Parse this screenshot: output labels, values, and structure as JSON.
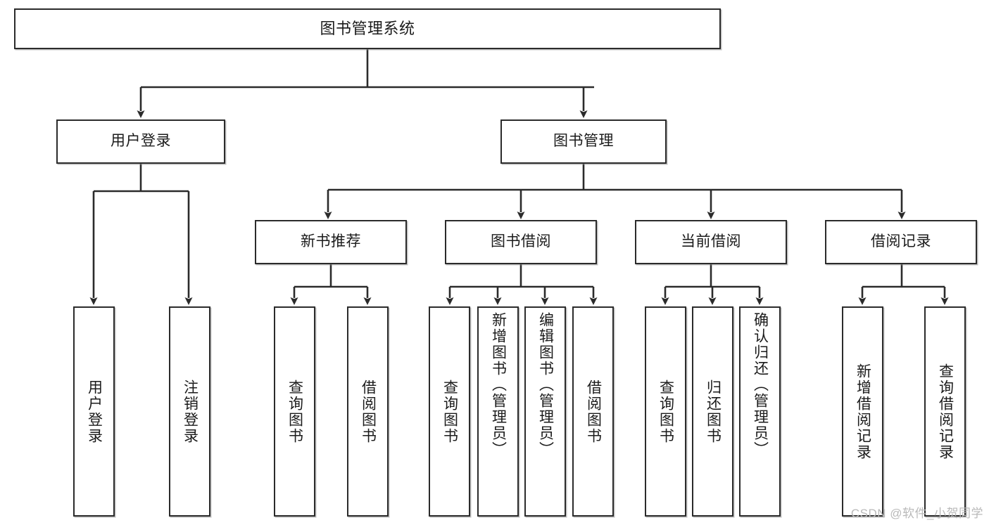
{
  "diagram": {
    "type": "tree",
    "title": "图书管理系统",
    "watermark": "CSDN @软件_小贺同学",
    "colors": {
      "background": "#ffffff",
      "box_border": "#2b2b2b",
      "box_fill": "#ffffff",
      "connector": "#2b2b2b",
      "text": "#1b1b1b",
      "watermark": "#b9b9b9"
    },
    "nodes": {
      "root": {
        "label": "图书管理系统"
      },
      "level2": [
        {
          "id": "user-login",
          "label": "用户登录"
        },
        {
          "id": "book-manage",
          "label": "图书管理"
        }
      ],
      "level3": [
        {
          "id": "new-book-recommend",
          "label": "新书推荐"
        },
        {
          "id": "book-borrow",
          "label": "图书借阅"
        },
        {
          "id": "current-borrow",
          "label": "当前借阅"
        },
        {
          "id": "borrow-record",
          "label": "借阅记录"
        }
      ],
      "leaves": {
        "user_login": [
          {
            "id": "leaf-user-login",
            "label": "用户登录"
          },
          {
            "id": "leaf-logout-login",
            "label": "注销登录"
          }
        ],
        "new_book_recommend": [
          {
            "id": "leaf-query-book-1",
            "label": "查询图书"
          },
          {
            "id": "leaf-borrow-book-1",
            "label": "借阅图书"
          }
        ],
        "book_borrow": [
          {
            "id": "leaf-query-book-2",
            "label": "查询图书"
          },
          {
            "id": "leaf-add-book",
            "label": "新增图书（管理员）"
          },
          {
            "id": "leaf-edit-book",
            "label": "编辑图书（管理员）"
          },
          {
            "id": "leaf-borrow-book-2",
            "label": "借阅图书"
          }
        ],
        "current_borrow": [
          {
            "id": "leaf-query-book-3",
            "label": "查询图书"
          },
          {
            "id": "leaf-return-book",
            "label": "归还图书"
          },
          {
            "id": "leaf-confirm-return",
            "label": "确认归还（管理员）"
          }
        ],
        "borrow_record": [
          {
            "id": "leaf-add-record",
            "label": "新增借阅记录"
          },
          {
            "id": "leaf-query-record",
            "label": "查询借阅记录"
          }
        ]
      }
    }
  }
}
